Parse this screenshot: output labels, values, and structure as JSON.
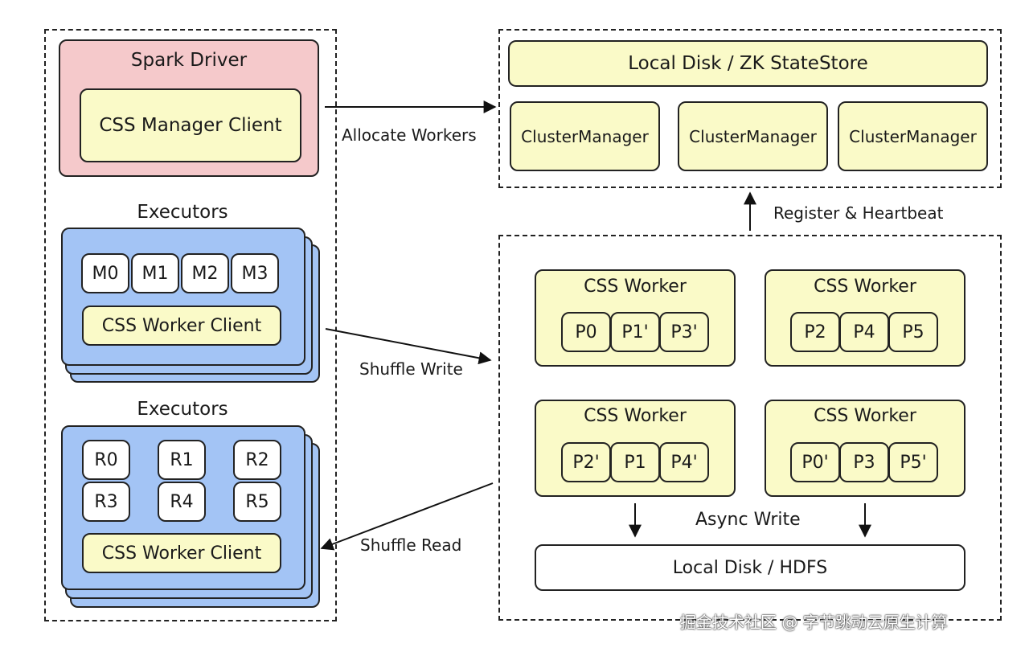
{
  "driver": {
    "title": "Spark Driver",
    "client": "CSS Manager Client"
  },
  "executors_write": {
    "title": "Executors",
    "tasks": [
      "M0",
      "M1",
      "M2",
      "M3"
    ],
    "client": "CSS Worker Client"
  },
  "executors_read": {
    "title": "Executors",
    "tasks": [
      "R0",
      "R1",
      "R2",
      "R3",
      "R4",
      "R5"
    ],
    "client": "CSS Worker Client"
  },
  "cluster": {
    "statestore": "Local Disk / ZK StateStore",
    "managers": [
      "ClusterManager",
      "ClusterManager",
      "ClusterManager"
    ]
  },
  "workers": [
    {
      "title": "CSS Worker",
      "partitions": [
        "P0",
        "P1'",
        "P3'"
      ]
    },
    {
      "title": "CSS Worker",
      "partitions": [
        "P2",
        "P4",
        "P5"
      ]
    },
    {
      "title": "CSS Worker",
      "partitions": [
        "P2'",
        "P1",
        "P4'"
      ]
    },
    {
      "title": "CSS Worker",
      "partitions": [
        "P0'",
        "P3",
        "P5'"
      ]
    }
  ],
  "storage": "Local Disk / HDFS",
  "edges": {
    "allocate": "Allocate Workers",
    "register": "Register & Heartbeat",
    "shuffle_write": "Shuffle Write",
    "shuffle_read": "Shuffle Read",
    "async_write": "Async Write"
  },
  "watermark": "掘金技术社区 @ 字节跳动云原生计算"
}
